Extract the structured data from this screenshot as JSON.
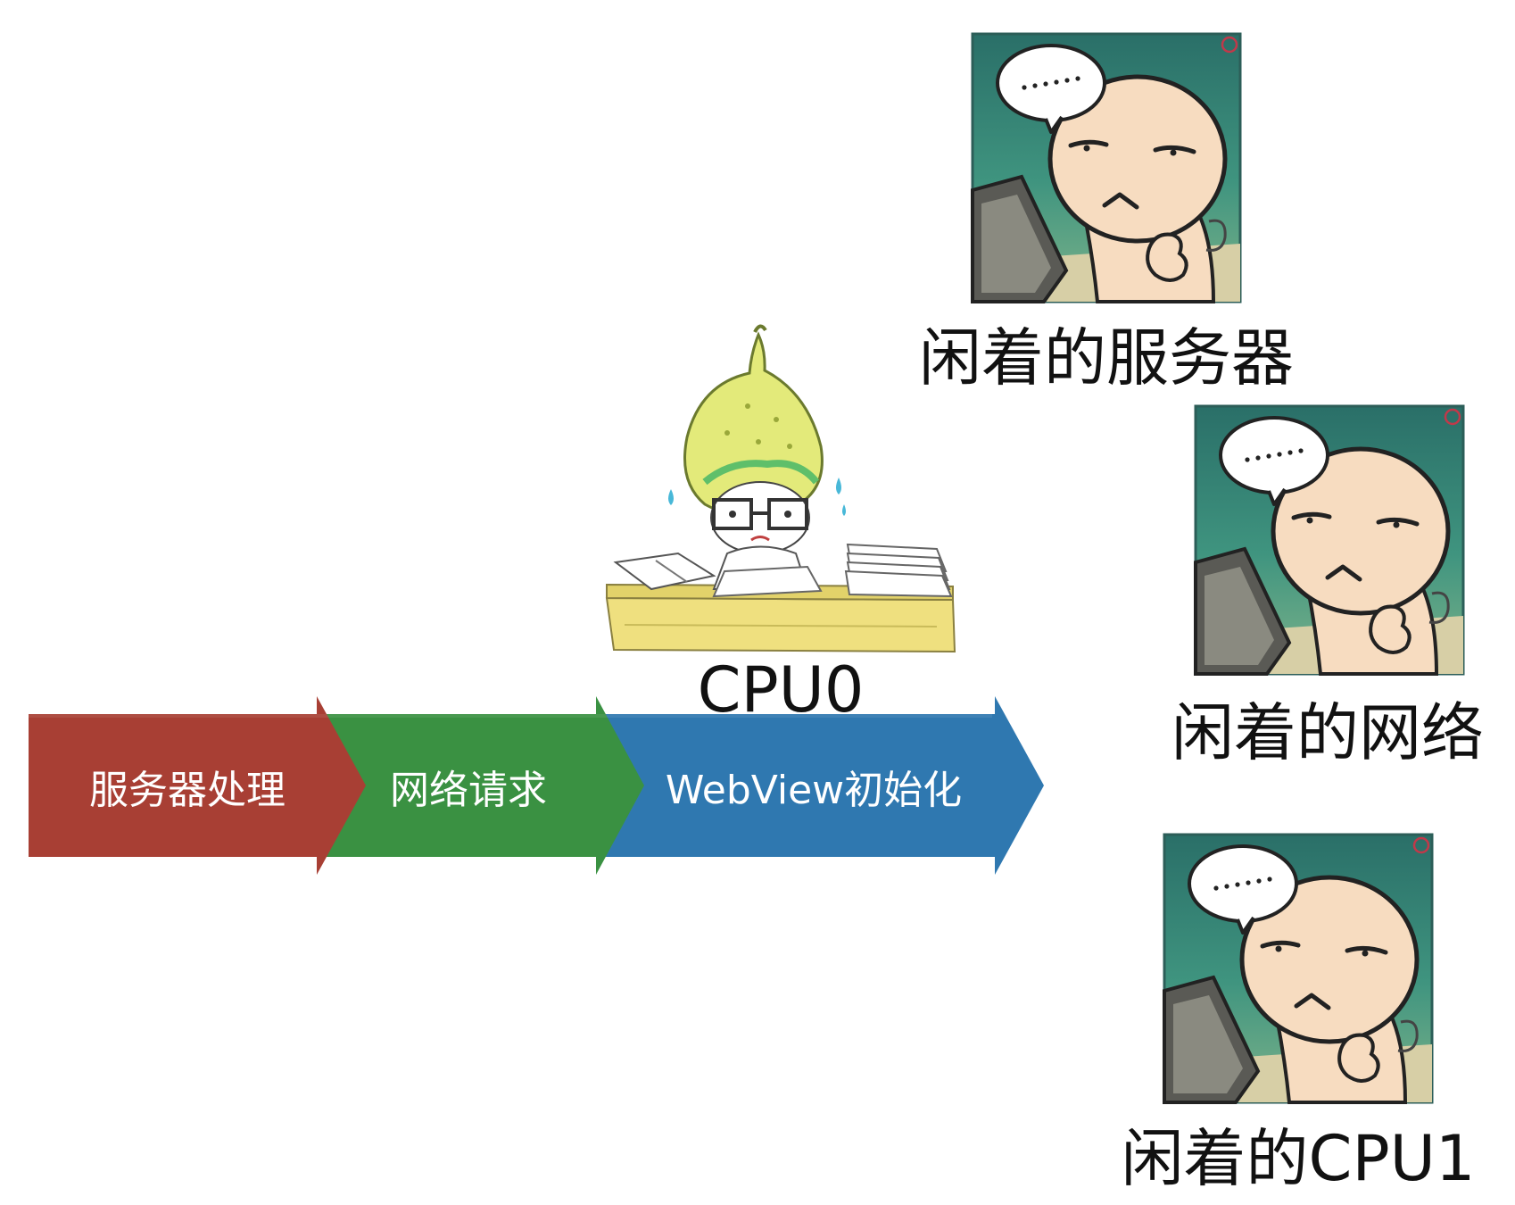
{
  "pipeline": {
    "steps": [
      {
        "label": "服务器处理",
        "color": "#a83f34"
      },
      {
        "label": "网络请求",
        "color": "#3a9142"
      },
      {
        "label": "WebView初始化",
        "color": "#2f78b0"
      }
    ]
  },
  "busy_worker": {
    "label": "CPU0",
    "icon": "busy-pear-worker-icon"
  },
  "idle_resources": [
    {
      "label": "闲着的服务器",
      "icon": "idle-bored-face-icon"
    },
    {
      "label": "闲着的网络",
      "icon": "idle-bored-face-icon"
    },
    {
      "label": "闲着的CPU1",
      "icon": "idle-bored-face-icon"
    }
  ],
  "colors": {
    "panel_bg": "#2e7f72",
    "face_skin": "#f7dcc0",
    "desk_yellow": "#efe07f"
  }
}
